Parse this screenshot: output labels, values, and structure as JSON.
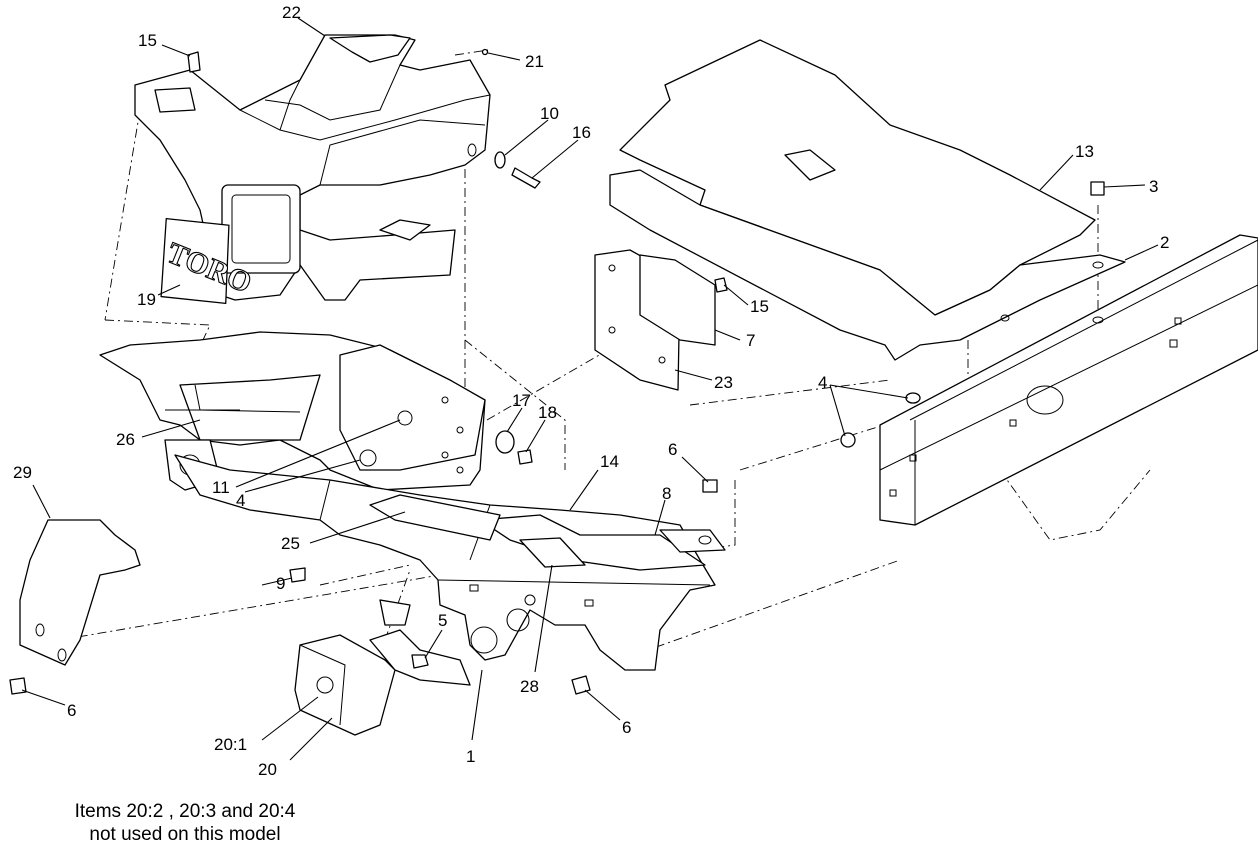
{
  "diagram": {
    "callouts": [
      "22",
      "15",
      "21",
      "10",
      "16",
      "13",
      "3",
      "2",
      "19",
      "15",
      "7",
      "23",
      "4",
      "17",
      "18",
      "26",
      "11",
      "4",
      "6",
      "14",
      "8",
      "29",
      "25",
      "9",
      "5",
      "28",
      "6",
      "6",
      "20:1",
      "20",
      "1"
    ],
    "logo_text": "TORO"
  },
  "note": {
    "line1": "Items 20:2 , 20:3 and  20:4",
    "line2": "not used on this model"
  }
}
